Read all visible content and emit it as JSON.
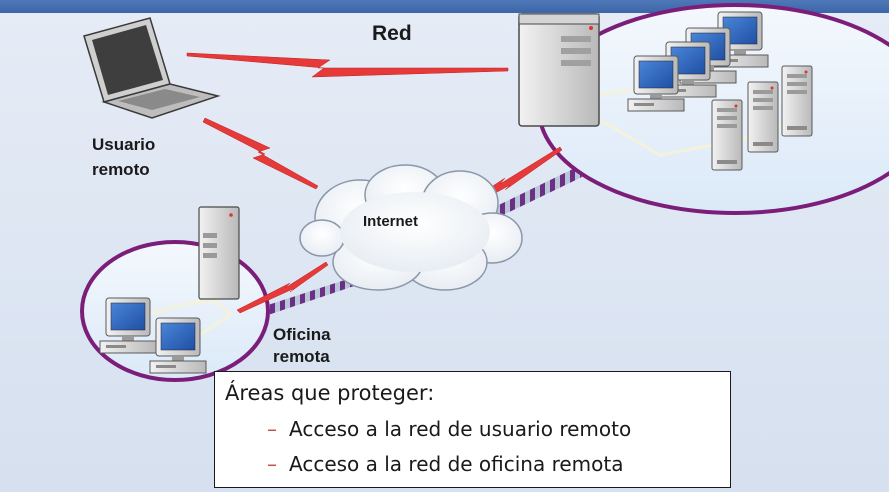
{
  "labels": {
    "network": "Red",
    "remote_user_line1": "Usuario",
    "remote_user_line2": "remoto",
    "internet": "Internet",
    "remote_office_line1": "Oficina",
    "remote_office_line2": "remota"
  },
  "callout": {
    "title": "Áreas que proteger:",
    "items": [
      "Acceso a la red de usuario remoto",
      "Acceso a la red de oficina remota"
    ],
    "bullet": "–"
  },
  "colors": {
    "ellipse_stroke": "#7b1e7a",
    "link": "#e63a3a",
    "vpn_tunnel": "#6b2f86",
    "header": "#3d66a8"
  },
  "icons": [
    "laptop-icon",
    "server-icon",
    "desktop-computer-icon",
    "cloud-icon",
    "lightning-link-icon"
  ]
}
